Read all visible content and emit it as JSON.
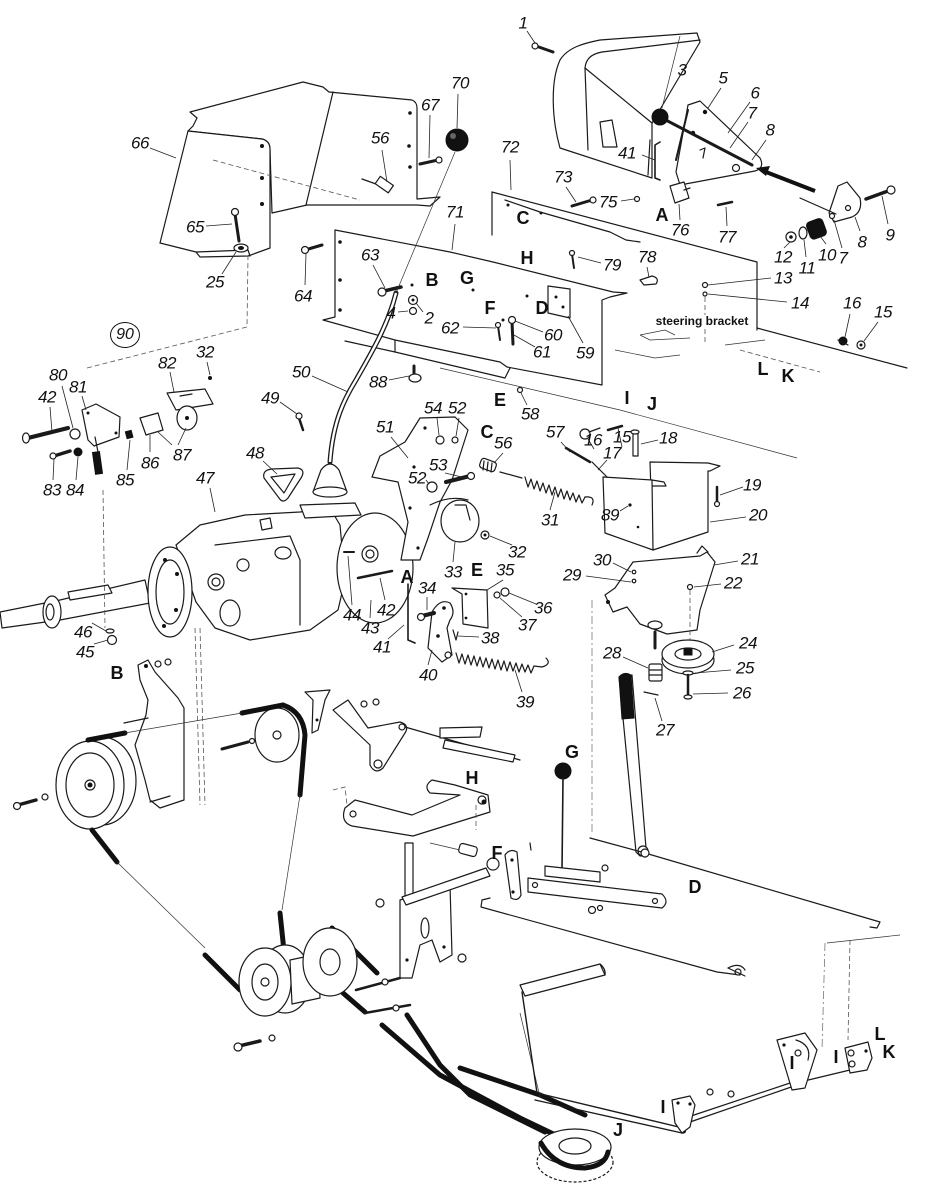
{
  "diagram": {
    "group_badge": "90",
    "annotation": "steering bracket",
    "hood_cover": {
      "callouts": [
        "66",
        "65",
        "25",
        "56",
        "67",
        "70",
        "64"
      ]
    },
    "control_housing": {
      "callouts": [
        "1",
        "3",
        "5",
        "6",
        "7",
        "8",
        "41",
        "A",
        "76",
        "77",
        "73",
        "75",
        "72",
        "C",
        "12",
        "11",
        "10",
        "7",
        "8",
        "9",
        "13",
        "14",
        "16",
        "15"
      ]
    },
    "dash_plate": {
      "callouts": [
        "71",
        "63",
        "B",
        "G",
        "H",
        "F",
        "D",
        "4",
        "2",
        "62",
        "60",
        "61",
        "59",
        "79",
        "78",
        "88",
        "L",
        "K"
      ]
    },
    "shift_lever": {
      "callouts": [
        "32",
        "82",
        "80",
        "81",
        "42",
        "83",
        "84",
        "85",
        "86",
        "87",
        "50",
        "49",
        "48"
      ]
    },
    "transmission": {
      "callouts": [
        "47",
        "46",
        "45",
        "44",
        "43",
        "42",
        "41",
        "A",
        "34",
        "B"
      ]
    },
    "clutch_bracket": {
      "callouts": [
        "51",
        "54",
        "52",
        "53",
        "52",
        "C",
        "56",
        "E",
        "58",
        "33",
        "32",
        "E",
        "35",
        "36",
        "37",
        "38",
        "39",
        "40",
        "31",
        "57",
        "17",
        "16",
        "15",
        "I",
        "J",
        "18",
        "89"
      ]
    },
    "idler_assembly": {
      "callouts": [
        "19",
        "20",
        "21",
        "22",
        "24",
        "25",
        "26",
        "27",
        "28",
        "29",
        "30"
      ]
    },
    "drive_linkage": {
      "callouts": [
        "G",
        "H",
        "F",
        "D",
        "I",
        "J",
        "I",
        "I",
        "L",
        "K"
      ]
    }
  }
}
